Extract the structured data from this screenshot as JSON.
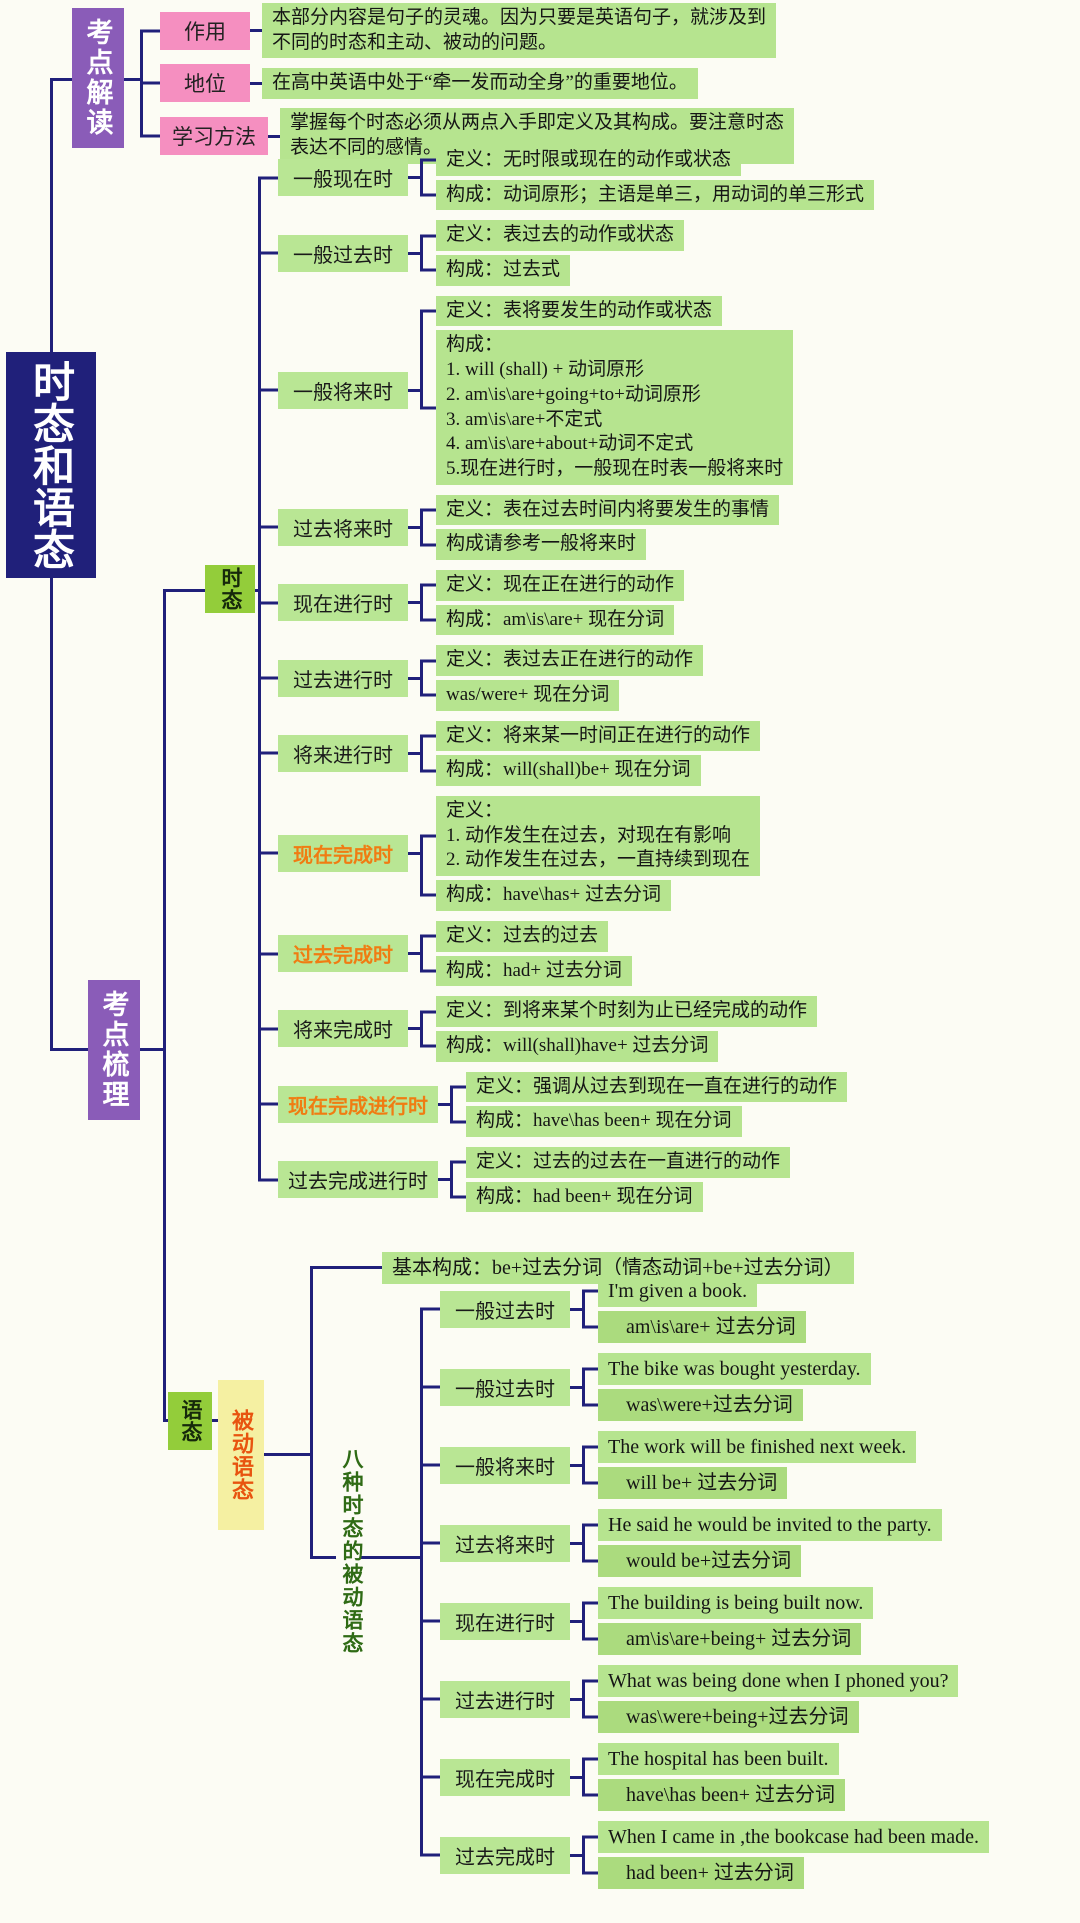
{
  "root_title": "时态和语态",
  "overview": {
    "title": "考点解读",
    "rows": [
      {
        "label": "作用",
        "text": "本部分内容是句子的灵魂。因为只要是英语句子，就涉及到\n不同的时态和主动、被动的问题。"
      },
      {
        "label": "地位",
        "text": "在高中英语中处于“牵一发而动全身”的重要地位。"
      },
      {
        "label": "学习方法",
        "text": "掌握每个时态必须从两点入手即定义及其构成。要注意时态\n表达不同的感情。"
      }
    ]
  },
  "outline": {
    "title": "考点梳理",
    "tense": {
      "title": "时态",
      "items": [
        {
          "label": "一般现在时",
          "highlight": false,
          "def": "定义：无时限或现在的动作或状态",
          "form": "构成：动词原形；主语是单三，用动词的单三形式"
        },
        {
          "label": "一般过去时",
          "highlight": false,
          "def": "定义：表过去的动作或状态",
          "form": "构成：过去式"
        },
        {
          "label": "一般将来时",
          "highlight": false,
          "def": "定义：表将要发生的动作或状态",
          "form": "构成：\n1. will (shall) + 动词原形\n2. am\\is\\are+going+to+动词原形\n3. am\\is\\are+不定式\n4. am\\is\\are+about+动词不定式\n5.现在进行时，一般现在时表一般将来时"
        },
        {
          "label": "过去将来时",
          "highlight": false,
          "def": "定义：表在过去时间内将要发生的事情",
          "form": "构成请参考一般将来时"
        },
        {
          "label": "现在进行时",
          "highlight": false,
          "def": "定义：现在正在进行的动作",
          "form": "构成：am\\is\\are+ 现在分词"
        },
        {
          "label": "过去进行时",
          "highlight": false,
          "def": "定义：表过去正在进行的动作",
          "form": "was/were+ 现在分词"
        },
        {
          "label": "将来进行时",
          "highlight": false,
          "def": "定义：将来某一时间正在进行的动作",
          "form": "构成：will(shall)be+ 现在分词"
        },
        {
          "label": "现在完成时",
          "highlight": true,
          "def": "定义：\n1. 动作发生在过去，对现在有影响\n2. 动作发生在过去，一直持续到现在",
          "form": "构成：have\\has+ 过去分词"
        },
        {
          "label": "过去完成时",
          "highlight": true,
          "def": "定义：过去的过去",
          "form": "构成：had+ 过去分词"
        },
        {
          "label": "将来完成时",
          "highlight": false,
          "def": "定义：到将来某个时刻为止已经完成的动作",
          "form": "构成：will(shall)have+ 过去分词"
        },
        {
          "label": "现在完成进行时",
          "highlight": true,
          "def": "定义：强调从过去到现在一直在进行的动作",
          "form": "构成：have\\has been+ 现在分词"
        },
        {
          "label": "过去完成进行时",
          "highlight": false,
          "def": "定义：过去的过去在一直进行的动作",
          "form": "构成：had been+ 现在分词"
        }
      ]
    },
    "voice": {
      "title": "语态",
      "passive_label": "被动语态",
      "basic": "基本构成：be+过去分词（情态动词+be+过去分词）",
      "eight_label": "八种时态的被动语态",
      "items": [
        {
          "label": "一般过去时",
          "example": "I'm given a book.",
          "formula": "am\\is\\are+ 过去分词"
        },
        {
          "label": "一般过去时",
          "example": "The bike was bought yesterday.",
          "formula": "was\\were+过去分词"
        },
        {
          "label": "一般将来时",
          "example": "The work will be finished next week.",
          "formula": "will be+ 过去分词"
        },
        {
          "label": "过去将来时",
          "example": "He said he would be invited to the party.",
          "formula": "would be+过去分词"
        },
        {
          "label": "现在进行时",
          "example": "The building is being built now.",
          "formula": "am\\is\\are+being+ 过去分词"
        },
        {
          "label": "过去进行时",
          "example": "What was being done when I phoned you?",
          "formula": "was\\were+being+过去分词"
        },
        {
          "label": "现在完成时",
          "example": "The hospital has been built.",
          "formula": "have\\has been+ 过去分词"
        },
        {
          "label": "过去完成时",
          "example": "When I came in ,the bookcase had been made.",
          "formula": "had been+ 过去分词"
        }
      ]
    },
    "colors": {
      "line": "#20207a",
      "root_bg": "#20207a",
      "branch_bg": "#8a5cb8",
      "leaf_bg": "#b6e48f",
      "tense_bg": "#93cd3a",
      "passive_bg": "#f5f0a2",
      "highlight_text": "#f07c12"
    }
  }
}
